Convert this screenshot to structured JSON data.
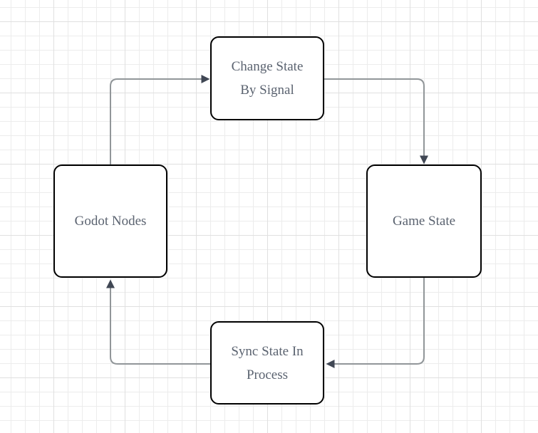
{
  "diagram": {
    "nodes": [
      {
        "id": "change-state-by-signal",
        "label": "Change State By Signal",
        "lines": [
          "Change State",
          "By Signal"
        ]
      },
      {
        "id": "game-state",
        "label": "Game State",
        "lines": [
          "Game State"
        ]
      },
      {
        "id": "godot-nodes",
        "label": "Godot Nodes",
        "lines": [
          "Godot Nodes"
        ]
      },
      {
        "id": "sync-state-in-process",
        "label": "Sync State In Process",
        "lines": [
          "Sync State In",
          "Process"
        ]
      }
    ],
    "edges": [
      {
        "from": "godot-nodes",
        "to": "change-state-by-signal"
      },
      {
        "from": "change-state-by-signal",
        "to": "game-state"
      },
      {
        "from": "game-state",
        "to": "sync-state-in-process"
      },
      {
        "from": "sync-state-in-process",
        "to": "godot-nodes"
      }
    ],
    "colors": {
      "background": "#ffffff",
      "grid_minor": "#ececec",
      "grid_major": "#e0e0e0",
      "node_fill": "#ffffff",
      "node_border": "#000000",
      "node_text": "#5b6370",
      "edge_line": "#919699",
      "edge_arrow": "#404754"
    }
  }
}
